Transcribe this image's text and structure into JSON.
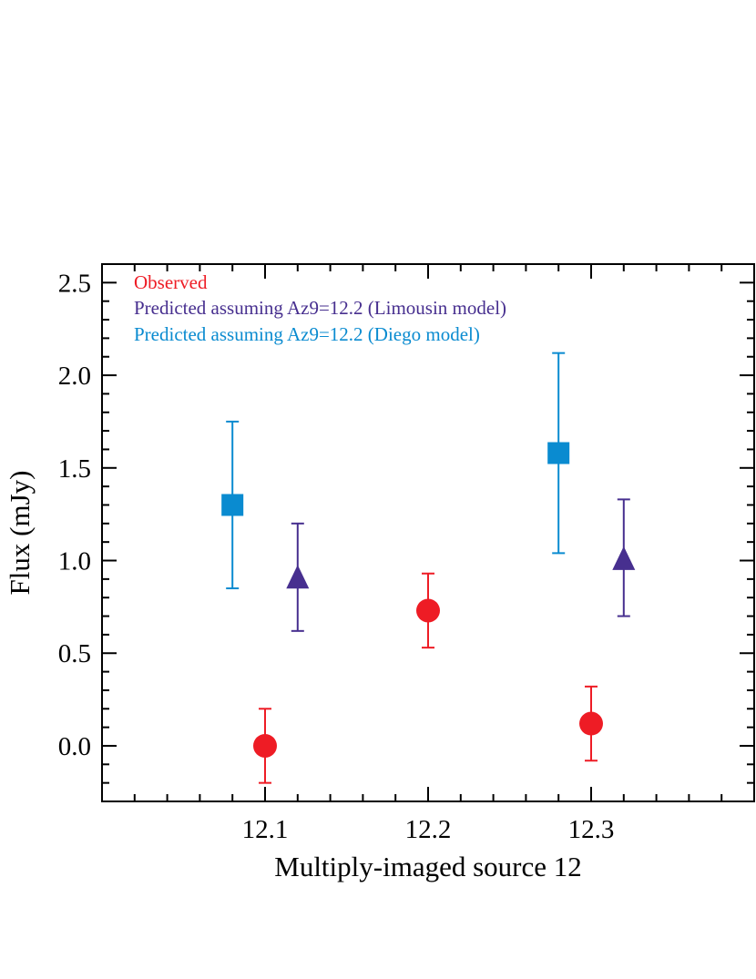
{
  "chart_data": {
    "type": "scatter",
    "title": "",
    "xlabel": "Multiply-imaged source 12",
    "ylabel": "Flux (mJy)",
    "xlim": [
      12.0,
      12.4
    ],
    "ylim": [
      -0.3,
      2.6
    ],
    "xticks": [
      12.1,
      12.2,
      12.3
    ],
    "xtick_labels": [
      "12.1",
      "12.2",
      "12.3"
    ],
    "yticks": [
      0.0,
      0.5,
      1.0,
      1.5,
      2.0,
      2.5
    ],
    "ytick_labels": [
      "0.0",
      "0.5",
      "1.0",
      "1.5",
      "2.0",
      "2.5"
    ],
    "grid": false,
    "legend_position": "top-left",
    "series": [
      {
        "name": "Observed",
        "color": "#ee1c25",
        "marker": "circle",
        "points": [
          {
            "x": 12.1,
            "y": 0.0,
            "err_low": 0.2,
            "err_high": 0.2
          },
          {
            "x": 12.2,
            "y": 0.73,
            "err_low": 0.2,
            "err_high": 0.2
          },
          {
            "x": 12.3,
            "y": 0.12,
            "err_low": 0.2,
            "err_high": 0.2
          }
        ]
      },
      {
        "name": "Predicted assuming Az9=12.2 (Limousin model)",
        "color": "#472f8f",
        "marker": "triangle",
        "points": [
          {
            "x": 12.12,
            "y": 0.9,
            "err_low": 0.28,
            "err_high": 0.3
          },
          {
            "x": 12.32,
            "y": 1.0,
            "err_low": 0.3,
            "err_high": 0.33
          }
        ]
      },
      {
        "name": "Predicted assuming Az9=12.2 (Diego model)",
        "color": "#0a8bd0",
        "marker": "square",
        "points": [
          {
            "x": 12.08,
            "y": 1.3,
            "err_low": 0.45,
            "err_high": 0.45
          },
          {
            "x": 12.28,
            "y": 1.58,
            "err_low": 0.54,
            "err_high": 0.54
          }
        ]
      }
    ]
  }
}
